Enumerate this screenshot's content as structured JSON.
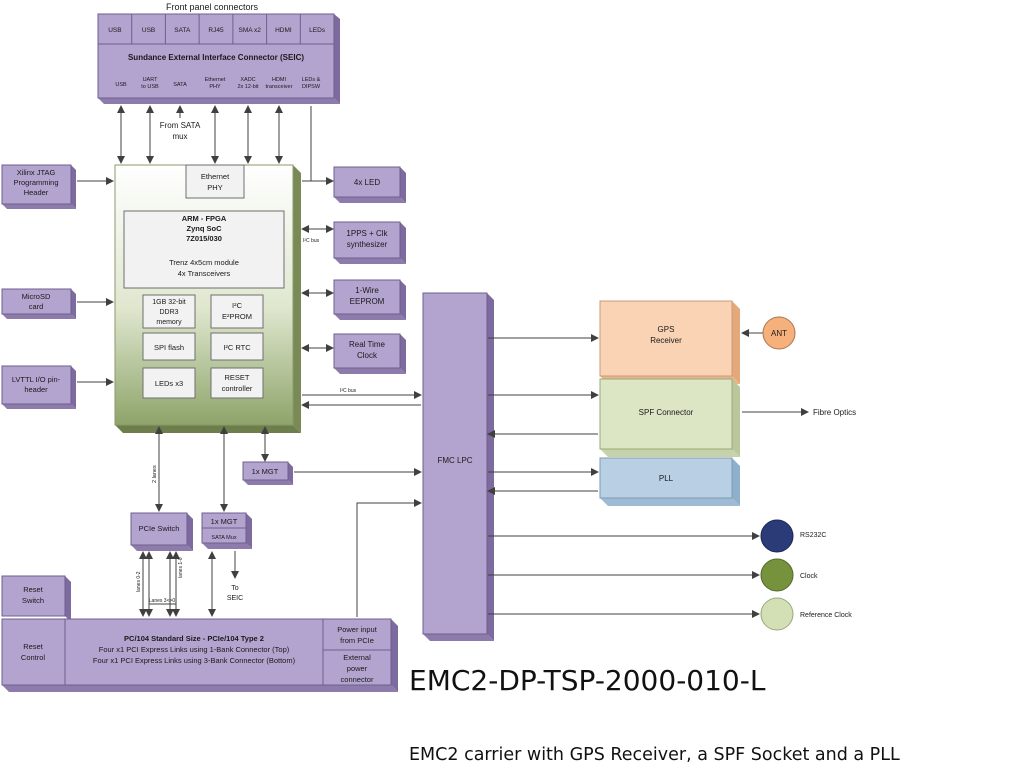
{
  "front_panel": {
    "title": "Front panel connectors",
    "ports": [
      "USB",
      "USB",
      "SATA",
      "RJ45",
      "SMA x2",
      "HDMI",
      "LEDs"
    ]
  },
  "seic": {
    "title": "Sundance External Interface Connector (SEIC)",
    "sublabels": [
      [
        "USB"
      ],
      [
        "UART",
        "to USB"
      ],
      [
        "SATA"
      ],
      [
        "Ethernet",
        "PHY"
      ],
      [
        "XADC",
        "2x 12-bit"
      ],
      [
        "HDMI",
        "transceiver"
      ],
      [
        "LEDs &",
        "DIPSW"
      ]
    ]
  },
  "sata_mux_note": [
    "From SATA",
    "mux"
  ],
  "left_inputs": {
    "jtag": [
      "Xilinx JTAG",
      "Programming",
      "Header"
    ],
    "microsd": [
      "MicroSD",
      "card"
    ],
    "lvttl": [
      "LVTTL I/O pin-",
      "header"
    ]
  },
  "fpga": {
    "eth_phy": [
      "Ethernet",
      "PHY"
    ],
    "arm_title": "ARM - FPGA",
    "soc": "Zynq SoC",
    "part": "7Z015/030",
    "module": "Trenz 4x5cm module",
    "transceivers": "4x Transceivers",
    "ddr": [
      "1GB 32-bit",
      "DDR3",
      "memory"
    ],
    "i2c_prom": [
      "I²C",
      "E²PROM"
    ],
    "spi_flash": "SPI flash",
    "i2c_rtc": "I²C RTC",
    "leds": "LEDs x3",
    "reset_ctrl": [
      "RESET",
      "controller"
    ]
  },
  "right_blocks": {
    "led4": "4x LED",
    "pps": [
      "1PPS + Clk",
      "synthesizer"
    ],
    "i2c_bus_1": "I²C bus",
    "onewire": [
      "1-Wire",
      "EEPROM"
    ],
    "rtc": [
      "Real Time",
      "Clock"
    ],
    "i2c_bus_2": "I²C bus"
  },
  "fmc": {
    "label": "FMC LPC"
  },
  "gps": {
    "label": [
      "GPS",
      "Receiver"
    ],
    "ant": "ANT"
  },
  "spf": {
    "label": "SPF Connector",
    "fibre": "Fibre Optics"
  },
  "pll": {
    "label": "PLL"
  },
  "circles": {
    "rs232": "RS232C",
    "clock": "Clock",
    "ref_clock": "Reference Clock"
  },
  "mgt": {
    "mgt1": "1x MGT",
    "mgt2": "1x MGT",
    "sata_mux": "SATA Mux",
    "to_seic": [
      "To",
      "SEIC"
    ]
  },
  "pcie": {
    "switch": "PCIe Switch",
    "lanes2": "2 lanes",
    "lanes02": "lanes 0-2",
    "lanes10": "lanes 1-0",
    "lanes30": "Lanes 3<>0"
  },
  "bottom": {
    "reset_switch": [
      "Reset",
      "Switch"
    ],
    "reset_control": [
      "Reset",
      "Control"
    ],
    "pc104_title": "PC/104 Standard Size -  PCIe/104 Type 2",
    "pc104_line1": "Four x1 PCI Express Links using 1-Bank Connector (Top)",
    "pc104_line2": "Four x1 PCI Express Links using 3-Bank Connector (Bottom)",
    "power_pcie": [
      "Power input",
      "from PCIe"
    ],
    "power_ext": [
      "External",
      "power",
      "connector"
    ]
  },
  "product": {
    "code": "EMC2-DP-TSP-2000-010-L",
    "caption": "EMC2 carrier with GPS Receiver, a SPF Socket and a PLL"
  },
  "colors": {
    "purple": "#b3a3cf",
    "purple_dark": "#7d6a9e",
    "green_gradient_bottom": "#8ea46a",
    "gps_orange": "#f9d3b4",
    "spf_green": "#dce5c4",
    "pll_blue": "#b9d0e4",
    "ant_orange": "#f5b07c",
    "rs232_navy": "#2b3b78",
    "clock_green": "#76923c",
    "refclk_green": "#d3dfb4"
  }
}
